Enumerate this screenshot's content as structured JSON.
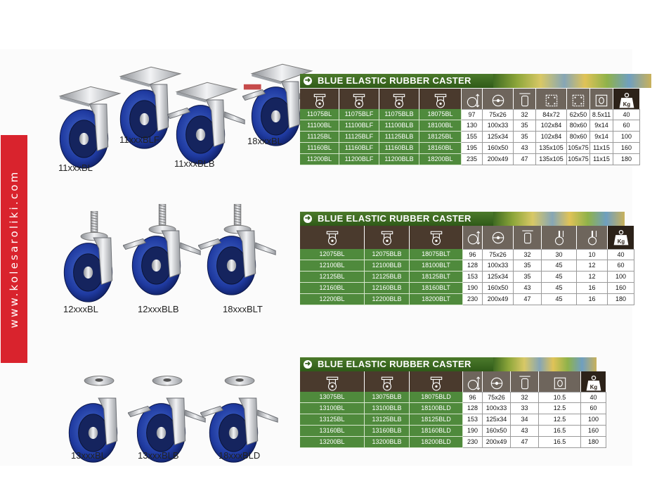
{
  "website": "www.kolesaroliki.com",
  "colors": {
    "accent_red": "#d9232d",
    "table_green": "#4f8a3c",
    "header_brown": "#4a3a2d"
  },
  "sections": [
    {
      "title": "BLUE ELASTIC RUBBER CASTER",
      "products": [
        "11xxxBL",
        "11xxxBLF",
        "11xxxBLB",
        "18xxxBL"
      ],
      "header_icons": [
        "swivel-caster-icon",
        "fixed-caster-icon",
        "brake-caster-icon",
        "double-brake-caster-icon",
        "wheel-height-icon",
        "wheel-size-icon",
        "wheel-width-icon",
        "plate-size-icon",
        "bolt-spacing-icon",
        "bolt-hole-icon",
        "load-weight-icon"
      ],
      "weight_unit": "Kg",
      "rows": [
        [
          "11075BL",
          "11075BLF",
          "11075BLB",
          "18075BL",
          "97",
          "75x26",
          "32",
          "84x72",
          "62x50",
          "8.5x11",
          "40"
        ],
        [
          "11100BL",
          "11100BLF",
          "11100BLB",
          "18100BL",
          "130",
          "100x33",
          "35",
          "102x84",
          "80x60",
          "9x14",
          "60"
        ],
        [
          "11125BL",
          "11125BLF",
          "11125BLB",
          "18125BL",
          "155",
          "125x34",
          "35",
          "102x84",
          "80x60",
          "9x14",
          "100"
        ],
        [
          "11160BL",
          "11160BLF",
          "11160BLB",
          "18160BL",
          "195",
          "160x50",
          "43",
          "135x105",
          "105x75",
          "11x15",
          "160"
        ],
        [
          "11200BL",
          "11200BLF",
          "11200BLB",
          "18200BL",
          "235",
          "200x49",
          "47",
          "135x105",
          "105x75",
          "11x15",
          "180"
        ]
      ]
    },
    {
      "title": "BLUE ELASTIC RUBBER CASTER",
      "products": [
        "12xxxBL",
        "12xxxBLB",
        "18xxxBLT"
      ],
      "header_icons": [
        "threaded-caster-icon",
        "threaded-brake-caster-icon",
        "threaded-double-brake-caster-icon",
        "wheel-height-icon",
        "wheel-size-icon",
        "wheel-width-icon",
        "thread-length-icon",
        "thread-diameter-icon",
        "load-weight-icon"
      ],
      "weight_unit": "Kg",
      "rows": [
        [
          "12075BL",
          "12075BLB",
          "18075BLT",
          "96",
          "75x26",
          "32",
          "30",
          "10",
          "40"
        ],
        [
          "12100BL",
          "12100BLB",
          "18100BLT",
          "128",
          "100x33",
          "35",
          "45",
          "12",
          "60"
        ],
        [
          "12125BL",
          "12125BLB",
          "18125BLT",
          "153",
          "125x34",
          "35",
          "45",
          "12",
          "100"
        ],
        [
          "12160BL",
          "12160BLB",
          "18160BLT",
          "190",
          "160x50",
          "43",
          "45",
          "16",
          "160"
        ],
        [
          "12200BL",
          "12200BLB",
          "18200BLT",
          "230",
          "200x49",
          "47",
          "45",
          "16",
          "180"
        ]
      ]
    },
    {
      "title": "BLUE ELASTIC RUBBER CASTER",
      "products": [
        "13xxxBL",
        "13xxxBLB",
        "18xxxBLD"
      ],
      "header_icons": [
        "bolt-hole-caster-icon",
        "bolt-hole-brake-caster-icon",
        "bolt-hole-double-brake-caster-icon",
        "wheel-height-icon",
        "wheel-size-icon",
        "wheel-width-icon",
        "hole-diameter-icon",
        "load-weight-icon"
      ],
      "weight_unit": "Kg",
      "rows": [
        [
          "13075BL",
          "13075BLB",
          "18075BLD",
          "96",
          "75x26",
          "32",
          "10.5",
          "40"
        ],
        [
          "13100BL",
          "13100BLB",
          "18100BLD",
          "128",
          "100x33",
          "33",
          "12.5",
          "60"
        ],
        [
          "13125BL",
          "13125BLB",
          "18125BLD",
          "153",
          "125x34",
          "34",
          "12.5",
          "100"
        ],
        [
          "13160BL",
          "13160BLB",
          "18160BLD",
          "190",
          "160x50",
          "43",
          "16.5",
          "160"
        ],
        [
          "13200BL",
          "13200BLB",
          "18200BLD",
          "230",
          "200x49",
          "47",
          "16.5",
          "180"
        ]
      ]
    }
  ]
}
